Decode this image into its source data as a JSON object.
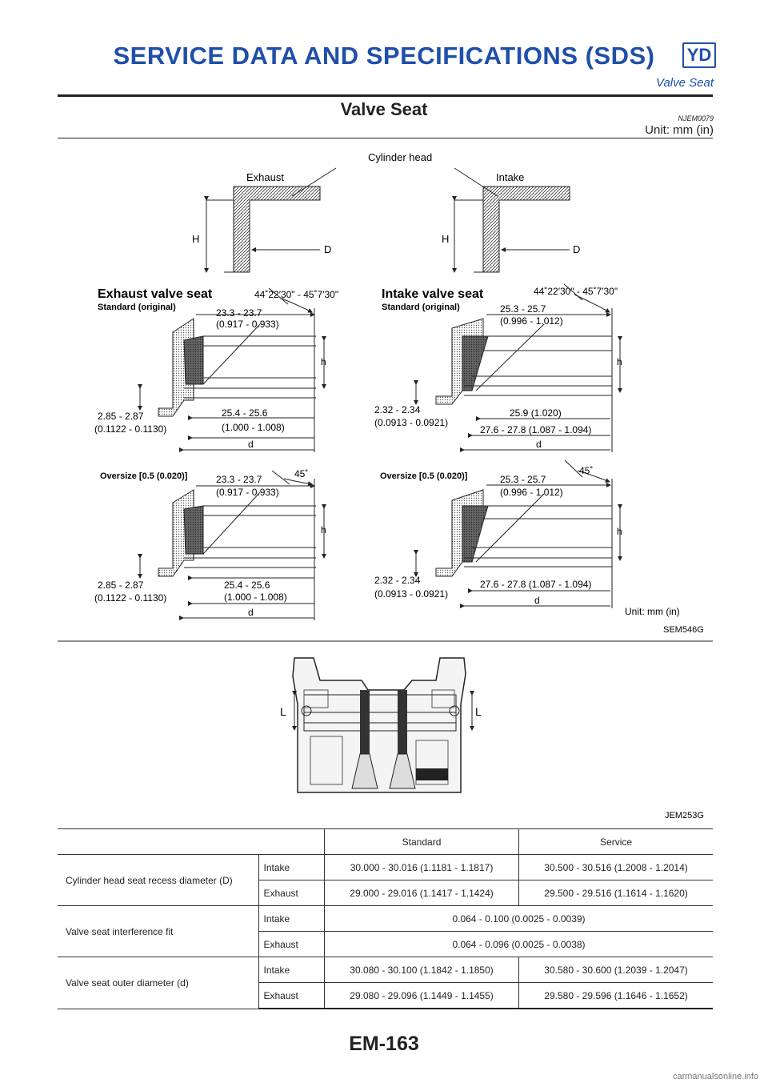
{
  "header": {
    "title": "SERVICE DATA AND SPECIFICATIONS (SDS)",
    "badge": "YD",
    "subtitle": "Valve Seat"
  },
  "section": {
    "title": "Valve Seat",
    "code": "NJEM0079",
    "unit": "Unit: mm (in)"
  },
  "figure1": {
    "id": "SEM546G",
    "top_labels": {
      "cylinder_head": "Cylinder head",
      "exhaust": "Exhaust",
      "intake": "Intake",
      "H": "H",
      "D": "D"
    },
    "exhaust_title": "Exhaust valve seat",
    "intake_title": "Intake valve seat",
    "standard": "Standard (original)",
    "oversize": "Oversize [0.5 (0.020)]",
    "angle_std": "44˚22′30\" - 45˚7′30\"",
    "angle_os": "45˚",
    "ex_dim1": "23.3 - 23.7",
    "ex_dim1_in": "(0.917 - 0.933)",
    "ex_dim2": "25.4 - 25.6",
    "ex_dim2_in": "(1.000 - 1.008)",
    "ex_dim3": "2.85 - 2.87",
    "ex_dim3_in": "(0.1122 - 0.1130)",
    "in_dim1": "25.3 - 25.7",
    "in_dim1_in": "(0.996 - 1.012)",
    "in_dim2": "25.9 (1.020)",
    "in_dim3": "27.6 - 27.8 (1.087 - 1.094)",
    "in_dim4": "2.32 - 2.34",
    "in_dim4_in": "(0.0913 - 0.0921)",
    "h": "h",
    "d": "d",
    "unit": "Unit: mm (in)"
  },
  "figure2": {
    "id": "JEM253G",
    "L": "L"
  },
  "table": {
    "headers": [
      "Standard",
      "Service"
    ],
    "rows": [
      {
        "item": "Cylinder head seat recess diameter (D)",
        "sub": "Intake",
        "standard": "30.000 - 30.016 (1.1181 - 1.1817)",
        "service": "30.500 - 30.516 (1.2008 - 1.2014)"
      },
      {
        "item": "",
        "sub": "Exhaust",
        "standard": "29.000 - 29.016 (1.1417 - 1.1424)",
        "service": "29.500 - 29.516 (1.1614 - 1.1620)"
      },
      {
        "item": "Valve seat interference fit",
        "sub": "Intake",
        "value": "0.064 - 0.100 (0.0025 - 0.0039)"
      },
      {
        "item": "",
        "sub": "Exhaust",
        "value": "0.064 - 0.096 (0.0025 - 0.0038)"
      },
      {
        "item": "Valve seat outer diameter (d)",
        "sub": "Intake",
        "standard": "30.080 - 30.100 (1.1842 - 1.1850)",
        "service": "30.580 - 30.600 (1.2039 - 1.2047)"
      },
      {
        "item": "",
        "sub": "Exhaust",
        "standard": "29.080 - 29.096 (1.1449 - 1.1455)",
        "service": "29.580 - 29.596 (1.1646 - 1.1652)"
      }
    ]
  },
  "footer": {
    "page": "EM-163",
    "watermark": "carmanualsonline.info"
  }
}
